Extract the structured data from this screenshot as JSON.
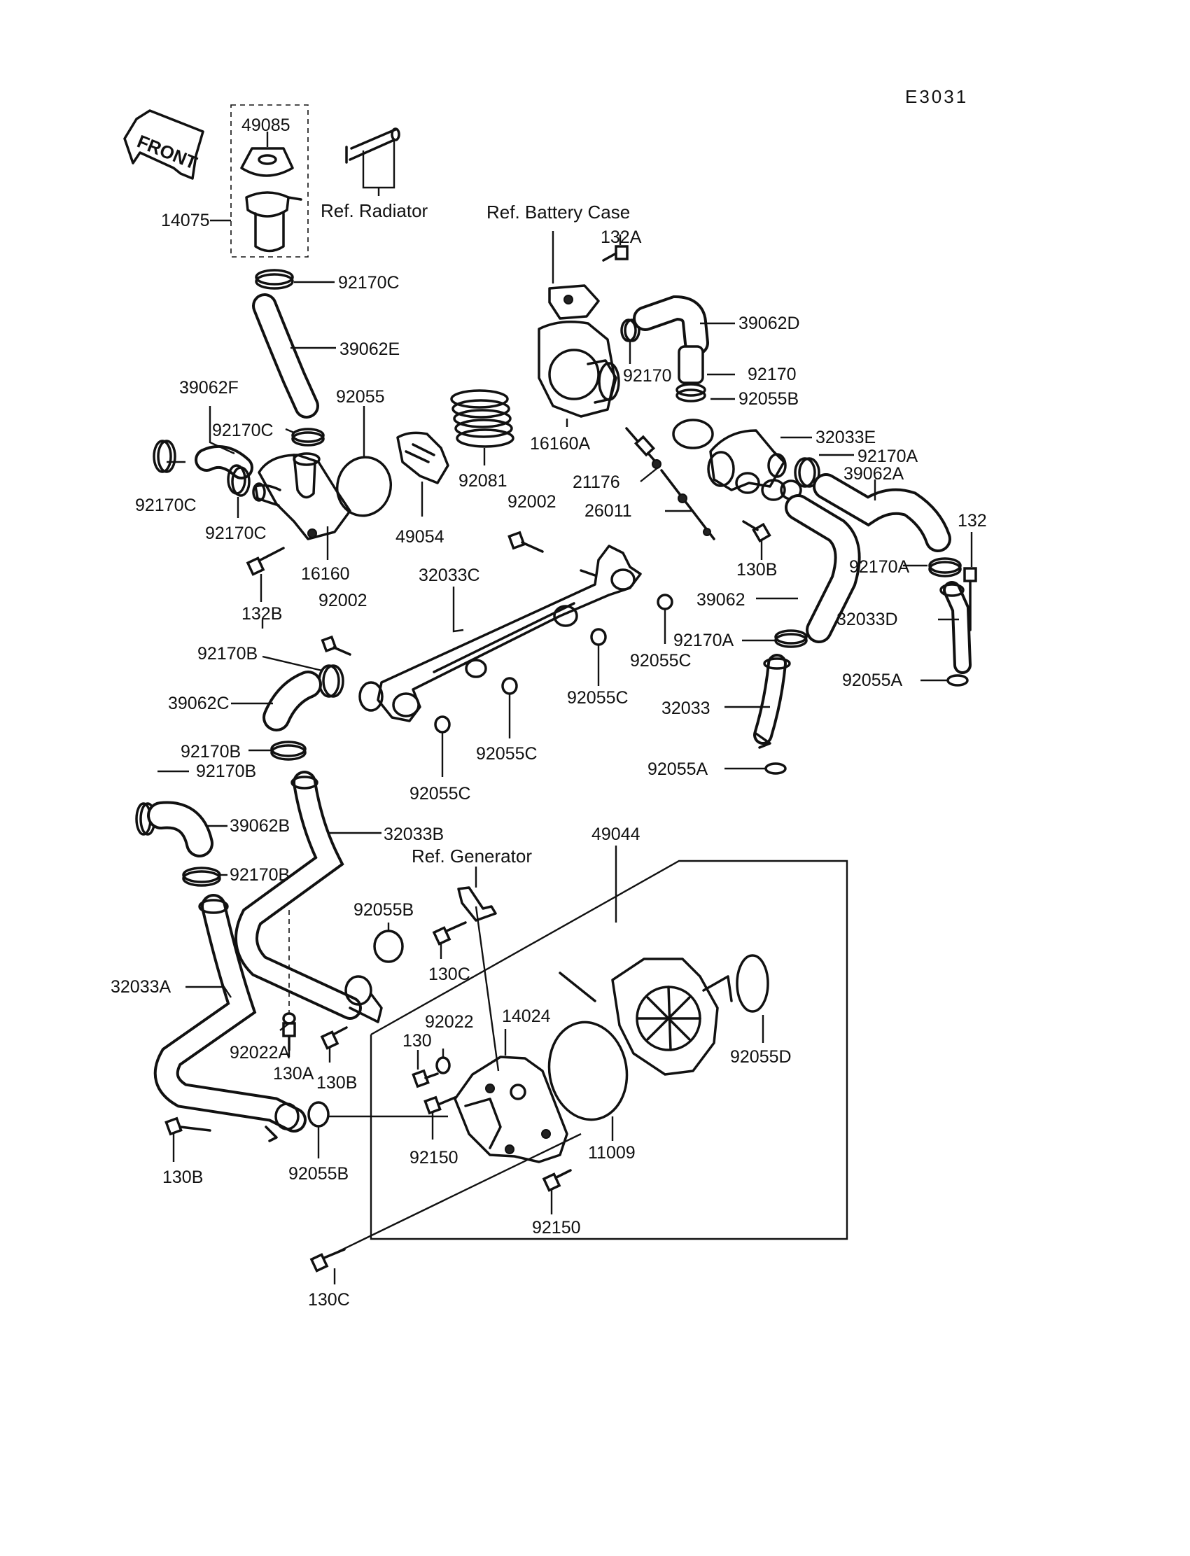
{
  "diagram": {
    "code": "E3031",
    "front_label": "FRONT",
    "labels": {
      "p49085": "49085",
      "p14075": "14075",
      "ref_radiator": "Ref. Radiator",
      "ref_battery_case": "Ref. Battery Case",
      "p132A": "132A",
      "p39062D": "39062D",
      "p92170C_top": "92170C",
      "p39062E": "39062E",
      "p39062F": "39062F",
      "p92055": "92055",
      "p92170C_mid": "92170C",
      "p92170_a": "92170",
      "p92170_b": "92170",
      "p92055B_top": "92055B",
      "p16160A": "16160A",
      "p32033E": "32033E",
      "p92170A_top": "92170A",
      "p92081": "92081",
      "p21176": "21176",
      "p39062A": "39062A",
      "p92170C_left": "92170C",
      "p92170C_low": "92170C",
      "p49054": "49054",
      "p92002_top": "92002",
      "p26011": "26011",
      "p132": "132",
      "p16160": "16160",
      "p130B_top": "130B",
      "p92170A_right": "92170A",
      "p32033C": "32033C",
      "p132B": "132B",
      "p92002_mid": "92002",
      "p39062": "39062",
      "p32033D": "32033D",
      "p92170B_top": "92170B",
      "p92055C_1": "92055C",
      "p92170A_mid": "92170A",
      "p39062C": "39062C",
      "p92055C_2": "92055C",
      "p32033": "32033",
      "p92055A_right": "92055A",
      "p92170B_mid": "92170B",
      "p92055C_3": "92055C",
      "p92055A_low": "92055A",
      "p92170B_low": "92170B",
      "p92055C_4": "92055C",
      "p39062B": "39062B",
      "p32033B": "32033B",
      "p49044": "49044",
      "ref_generator": "Ref. Generator",
      "p92170B_bot": "92170B",
      "p92055B_mid": "92055B",
      "p130C_top": "130C",
      "p32033A": "32033A",
      "p92022": "92022",
      "p14024": "14024",
      "p130": "130",
      "p92022A": "92022A",
      "p130A": "130A",
      "p130B_mid": "130B",
      "p92055D": "92055D",
      "p11009": "11009",
      "p92150_a": "92150",
      "p130B_low": "130B",
      "p92055B_low": "92055B",
      "p92150_b": "92150",
      "p130C_bot": "130C"
    }
  }
}
